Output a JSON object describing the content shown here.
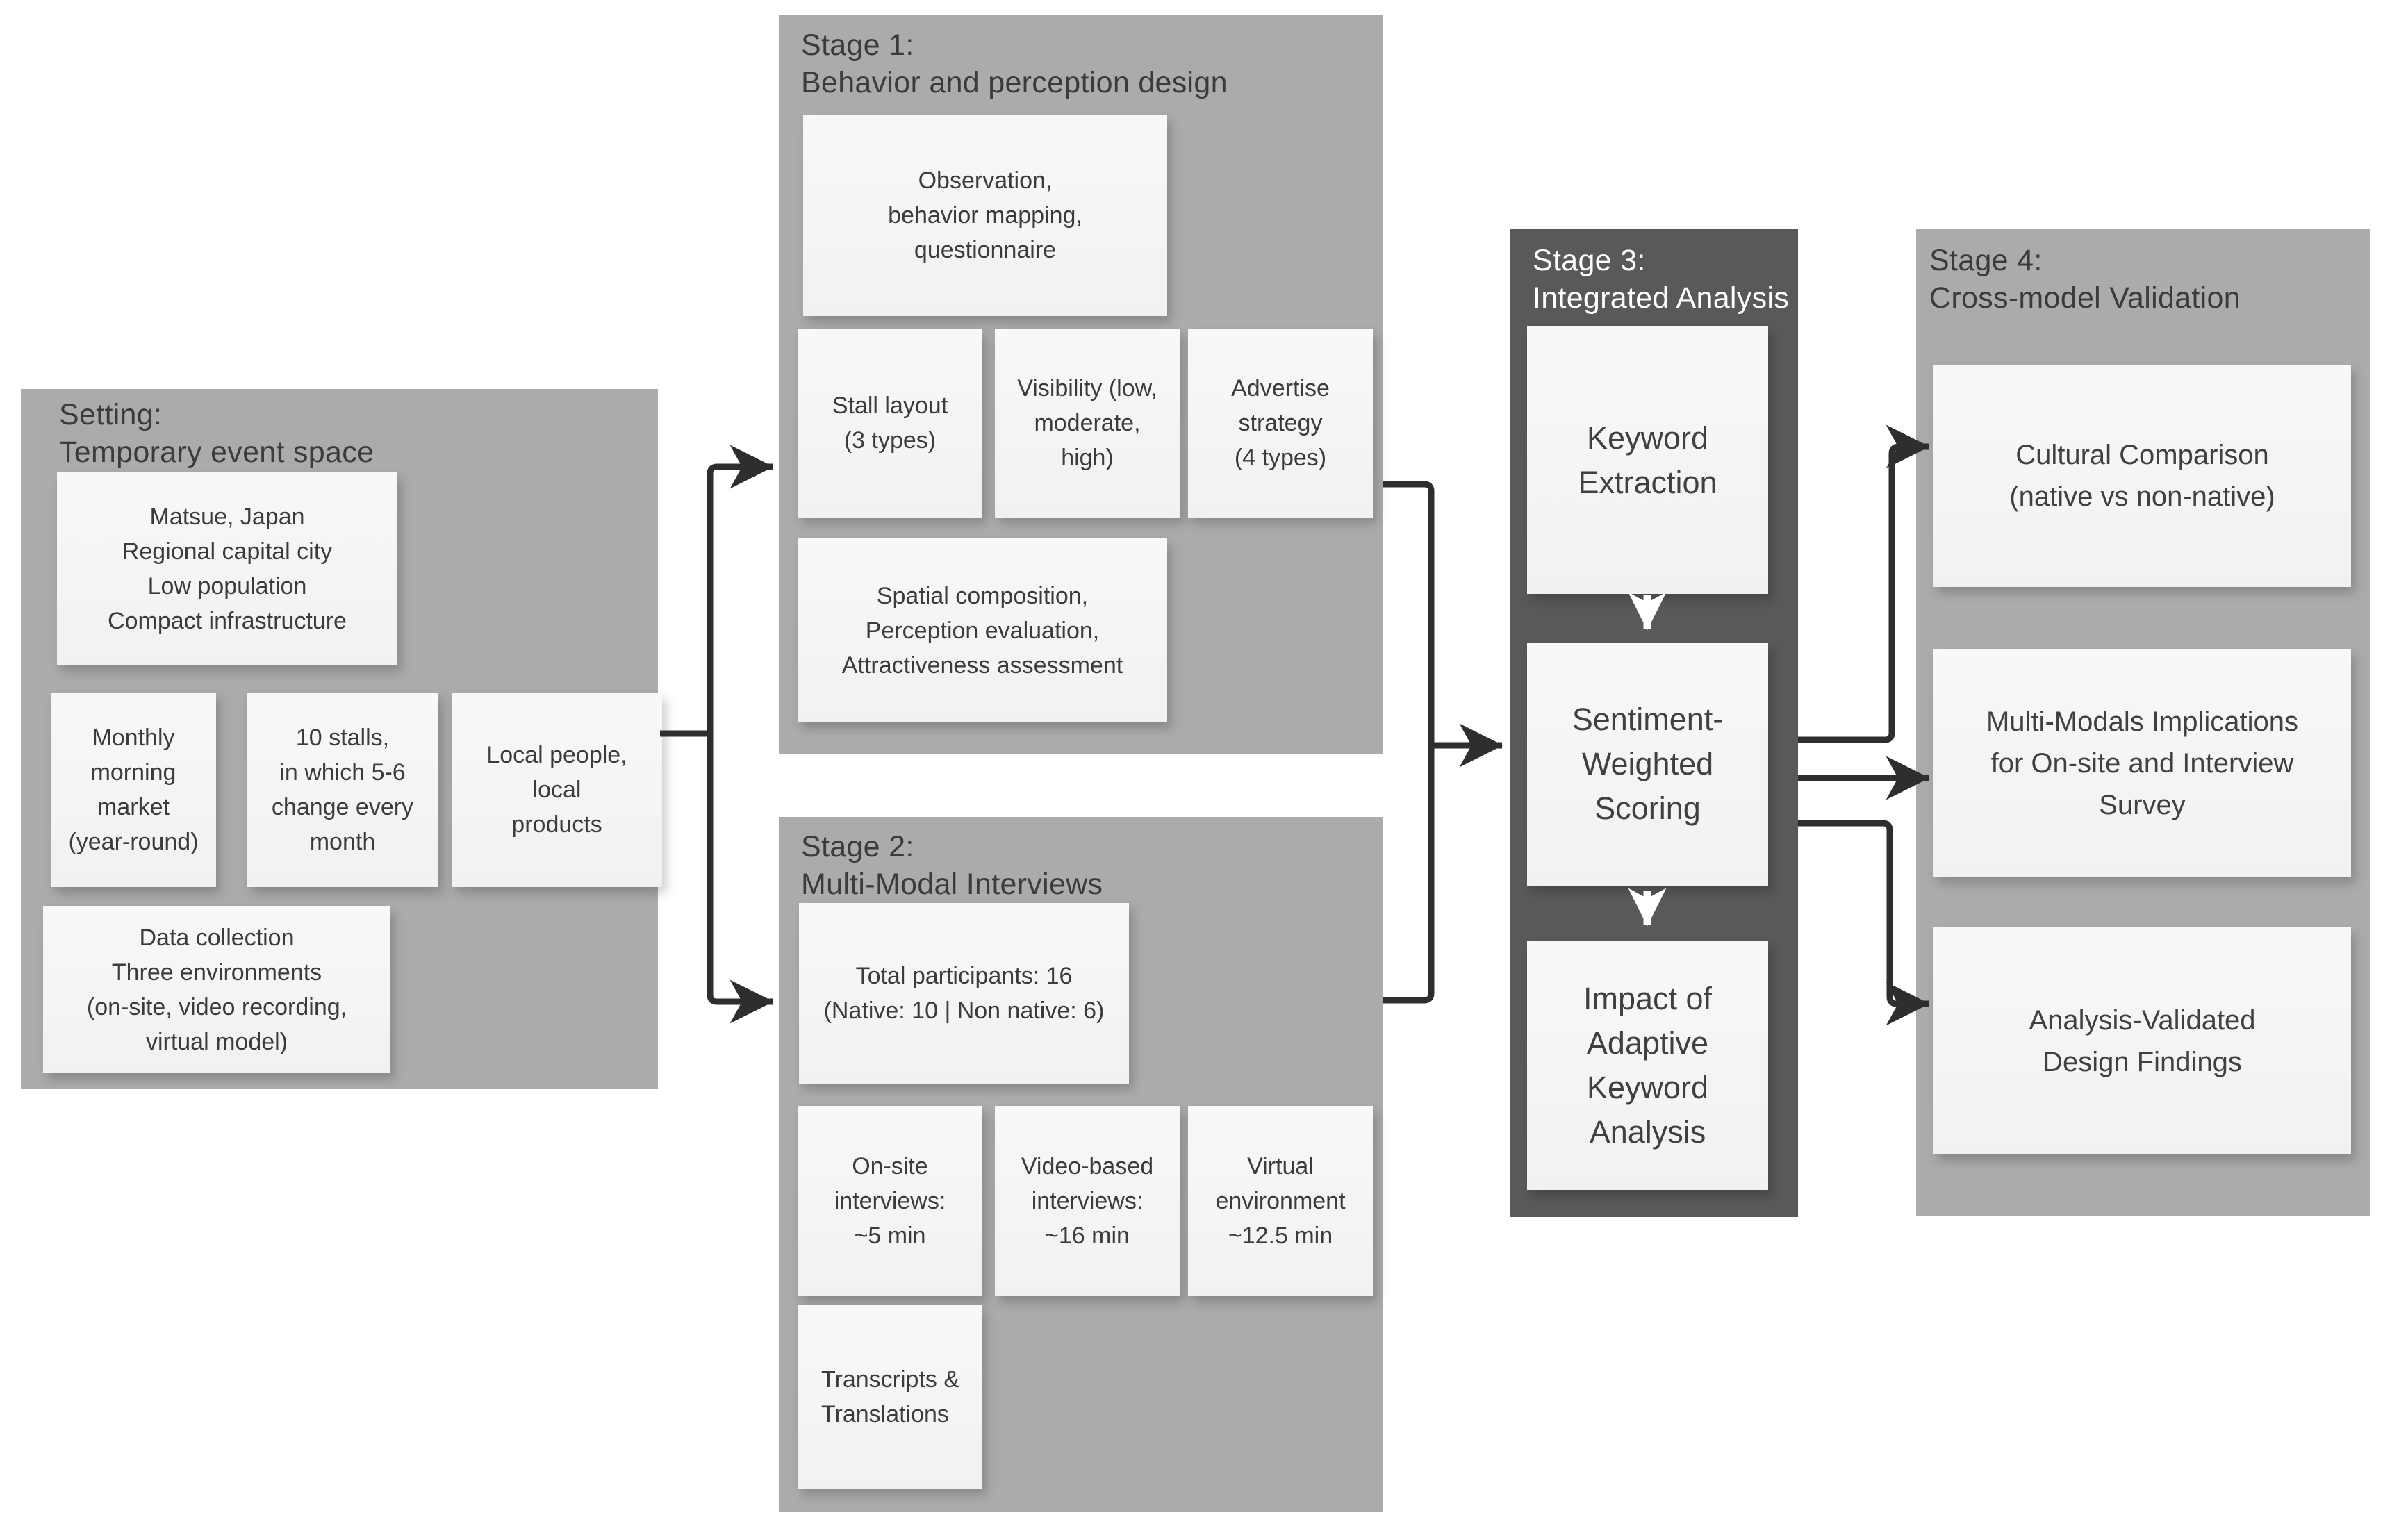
{
  "diagram_title": "Research methodology flow diagram",
  "palette": {
    "panel_gray": "#ababab",
    "panel_dark": "#595959",
    "box_background": "#f3f4f6",
    "line_color": "#2e2e2e",
    "header_text": "#3b3b3b",
    "header_text_on_dark": "#ffffff",
    "body_text": "#3b3b3b",
    "page_background": "#ffffff"
  },
  "panels": {
    "setting": {
      "title": "Setting:\nTemporary event space",
      "boxes": {
        "profile": "Matsue, Japan\nRegional capital city\nLow population\nCompact infrastructure",
        "market": "Monthly\nmorning\nmarket\n(year-round)",
        "stalls": "10 stalls,\nin which 5-6\nchange every\nmonth",
        "people": "Local people,\nlocal\nproducts",
        "data_collection": "Data collection\nThree environments\n(on-site, video recording,\nvirtual model)"
      }
    },
    "stage1": {
      "title": "Stage 1:\nBehavior and perception design",
      "boxes": {
        "methods": "Observation,\nbehavior mapping,\nquestionnaire",
        "stall_layout": "Stall layout\n(3 types)",
        "visibility": "Visibility (low,\nmoderate,\nhigh)",
        "advertise": "Advertise\nstrategy\n(4 types)",
        "evaluation": "Spatial composition,\nPerception evaluation,\nAttractiveness assessment"
      }
    },
    "stage2": {
      "title": "Stage 2:\nMulti-Modal Interviews",
      "boxes": {
        "participants": "Total participants: 16\n(Native: 10 | Non native: 6)",
        "onsite": "On-site\ninterviews:\n~5 min",
        "video": "Video-based\ninterviews:\n~16 min",
        "virtual": "Virtual\nenvironment\n~12.5 min",
        "transcripts": "Transcripts &\nTranslations"
      }
    },
    "stage3": {
      "title": "Stage 3:\nIntegrated Analysis",
      "boxes": {
        "keyword": "Keyword\nExtraction",
        "sentiment": "Sentiment-\nWeighted\nScoring",
        "impact": "Impact of\nAdaptive\nKeyword\nAnalysis"
      }
    },
    "stage4": {
      "title": "Stage 4:\nCross-model Validation",
      "boxes": {
        "cultural": "Cultural Comparison\n(native vs non-native)",
        "implications": "Multi-Modals Implications\nfor On-site and Interview\nSurvey",
        "findings": "Analysis-Validated\nDesign Findings"
      }
    }
  },
  "flow": [
    {
      "from": "setting",
      "to": "stage1"
    },
    {
      "from": "setting",
      "to": "stage2"
    },
    {
      "from": "stage1",
      "to": "stage3"
    },
    {
      "from": "stage2",
      "to": "stage3"
    },
    {
      "from": "stage3.keyword",
      "to": "stage3.sentiment"
    },
    {
      "from": "stage3.sentiment",
      "to": "stage3.impact"
    },
    {
      "from": "stage3",
      "to": "stage4.cultural"
    },
    {
      "from": "stage3",
      "to": "stage4.implications"
    },
    {
      "from": "stage3",
      "to": "stage4.findings"
    }
  ]
}
